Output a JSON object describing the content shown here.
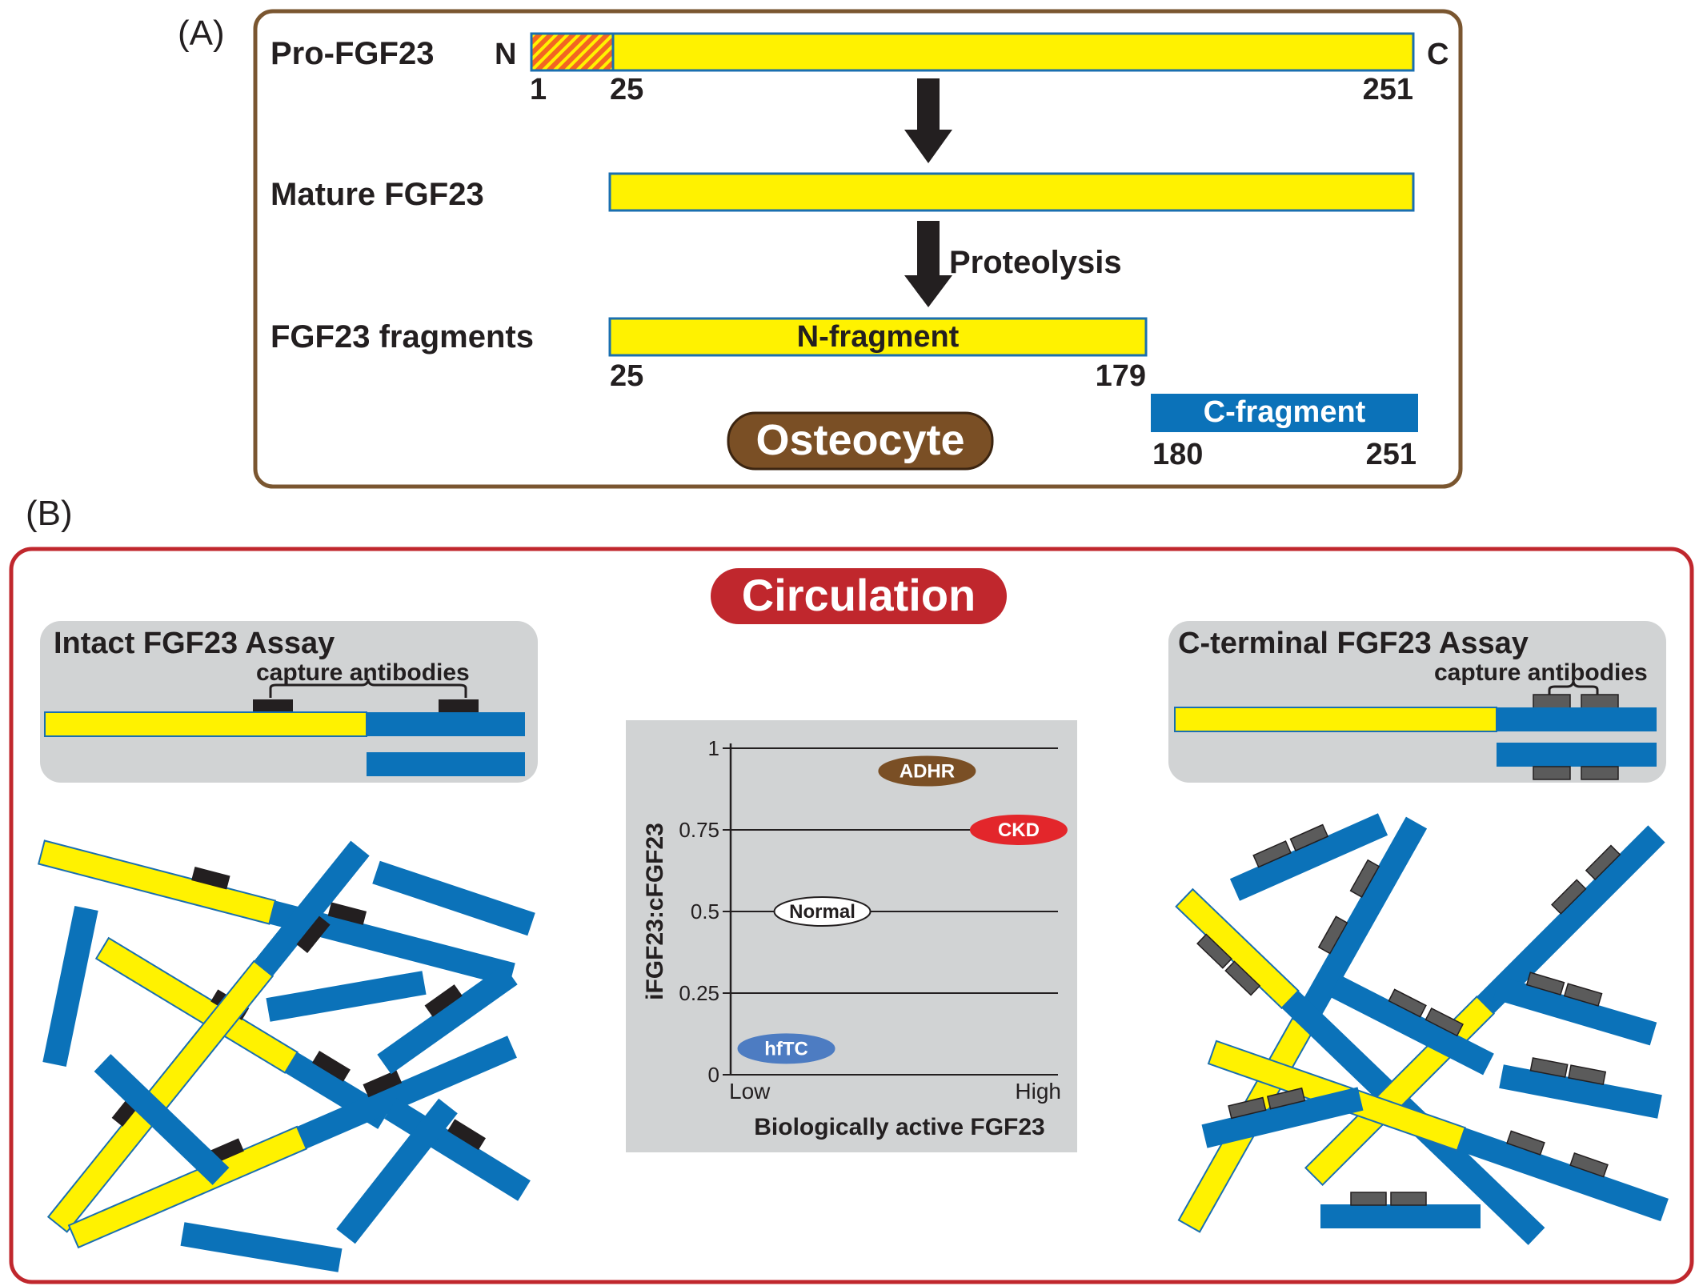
{
  "panel_a": {
    "label": "(A)",
    "pro_label": "Pro-FGF23",
    "n_term": "N",
    "c_term": "C",
    "pro_start": "1",
    "pro_signal_end": "25",
    "pro_end": "251",
    "mature_label": "Mature FGF23",
    "proteolysis": "Proteolysis",
    "fragments_label": "FGF23 fragments",
    "n_fragment": "N-fragment",
    "n_frag_start": "25",
    "n_frag_end": "179",
    "c_fragment": "C-fragment",
    "c_frag_start": "180",
    "c_frag_end": "251",
    "osteocyte": "Osteocyte"
  },
  "panel_b": {
    "label": "(B)",
    "circulation": "Circulation",
    "intact_assay_title": "Intact FGF23 Assay",
    "intact_capture": "capture antibodies",
    "cterm_assay_title": "C-terminal FGF23 Assay",
    "cterm_capture": "capture antibodies"
  },
  "chart_data": {
    "type": "scatter",
    "ylabel": "iFGF23:cFGF23",
    "xlabel": "Biologically active FGF23",
    "x_ticks": [
      "Low",
      "High"
    ],
    "y_ticks": [
      "0",
      "0.25",
      "0.5",
      "0.75",
      "1"
    ],
    "ylim": [
      0,
      1
    ],
    "xlim": [
      0,
      1
    ],
    "grid": true,
    "points": [
      {
        "name": "ADHR",
        "x": 0.6,
        "y": 0.93,
        "color": "#7a4f25"
      },
      {
        "name": "CKD",
        "x": 0.88,
        "y": 0.75,
        "color": "#e3262b"
      },
      {
        "name": "Normal",
        "x": 0.28,
        "y": 0.5,
        "color": "#ffffff"
      },
      {
        "name": "hfTC",
        "x": 0.17,
        "y": 0.08,
        "color": "#4d7cc2"
      }
    ]
  },
  "colors": {
    "yellow": "#fff200",
    "blue": "#0b72b9",
    "outline": "#1a6fb0",
    "brown_frame": "#7a5630",
    "red_frame": "#c0272d",
    "antibody_dark": "#231f20",
    "antibody_gray": "#5b5b5b",
    "signal_peptide": "#f26522"
  }
}
